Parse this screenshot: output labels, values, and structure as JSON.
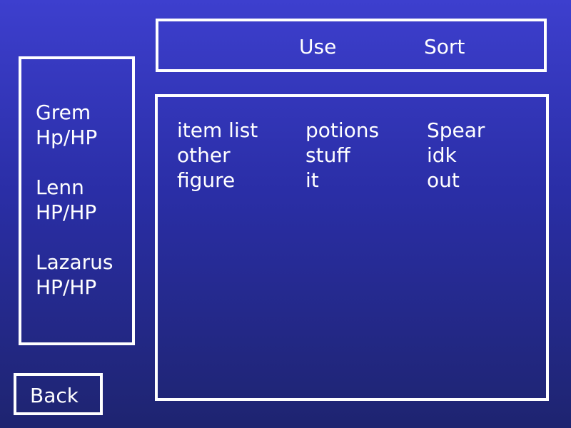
{
  "menu": {
    "use_label": "Use",
    "sort_label": "Sort"
  },
  "party": [
    {
      "name": "Grem",
      "hp": "Hp/HP"
    },
    {
      "name": "Lenn",
      "hp": "HP/HP"
    },
    {
      "name": "Lazarus",
      "hp": "HP/HP"
    }
  ],
  "items": {
    "columns": [
      [
        "item list",
        "other",
        "figure"
      ],
      [
        "potions",
        "stuff",
        "it"
      ],
      [
        "Spear",
        "idk",
        "out"
      ]
    ]
  },
  "back_label": "Back",
  "colors": {
    "background_top": "#3d3fce",
    "background_bottom": "#1e2470",
    "border": "#ffffff",
    "text": "#ffffff"
  }
}
